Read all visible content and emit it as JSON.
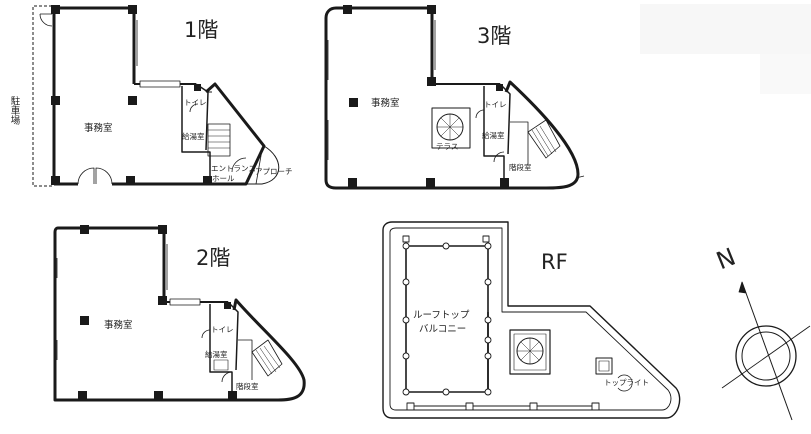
{
  "floors": {
    "f1": {
      "title": "1階",
      "parking": "駐車場",
      "office": "事務室",
      "toilet": "トイレ",
      "kitchen": "給湯室",
      "entrance_line1": "エントランス",
      "entrance_line2": "ホール",
      "approach": "アプローチ"
    },
    "f2": {
      "title": "2階",
      "office": "事務室",
      "toilet": "トイレ",
      "kitchen": "給湯室",
      "stair": "階段室"
    },
    "f3": {
      "title": "3階",
      "office": "事務室",
      "toilet": "トイレ",
      "kitchen": "給湯室",
      "terrace": "テラス",
      "stair": "階段室"
    },
    "rf": {
      "title": "RF",
      "balcony_line1": "ルーフトップ",
      "balcony_line2": "バルコニー",
      "toplight": "トップライト"
    }
  },
  "compass": {
    "north": "N"
  }
}
